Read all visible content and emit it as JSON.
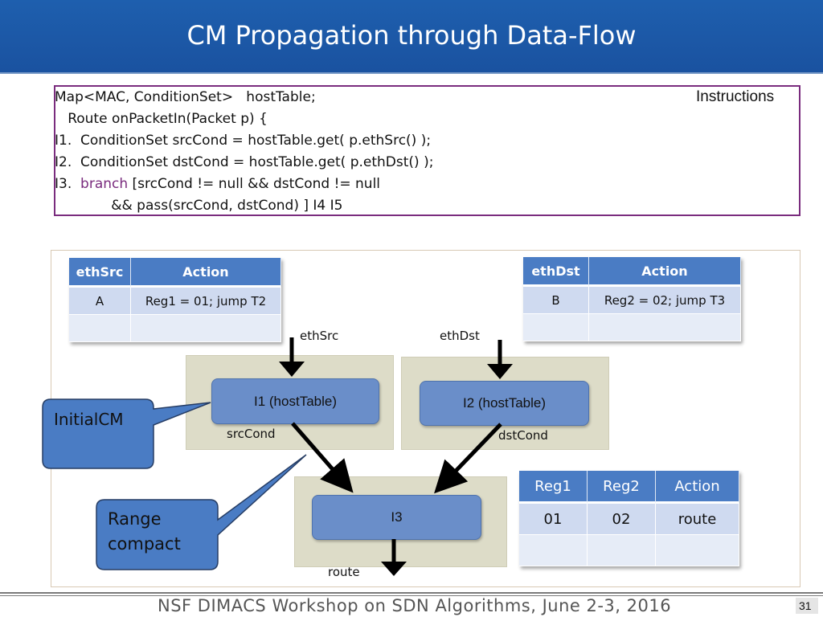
{
  "title": "CM Propagation through Data-Flow",
  "code": {
    "line0": "Map<MAC, ConditionSet>   hostTable;",
    "line1": "   Route onPacketIn(Packet p) {",
    "line2": "I1.  ConditionSet srcCond = hostTable.get( p.ethSrc() );",
    "line3": "I2.  ConditionSet dstCond = hostTable.get( p.ethDst() );",
    "line4_prefix": "I3.  ",
    "line4_keyword": "branch",
    "line4_rest": " [srcCond != null && dstCond != null",
    "line5": "             && pass(srcCond, dstCond) ] I4 I5",
    "instructions_label": "Instructions"
  },
  "table_src": {
    "headers": [
      "ethSrc",
      "Action"
    ],
    "rows": [
      [
        "A",
        "Reg1 = 01; jump T2"
      ],
      [
        "",
        ""
      ]
    ]
  },
  "table_dst": {
    "headers": [
      "ethDst",
      "Action"
    ],
    "rows": [
      [
        "B",
        "Reg2 = 02; jump T3"
      ],
      [
        "",
        ""
      ]
    ]
  },
  "table_reg": {
    "headers": [
      "Reg1",
      "Reg2",
      "Action"
    ],
    "rows": [
      [
        "01",
        "02",
        "route"
      ],
      [
        "",
        "",
        ""
      ]
    ]
  },
  "nodes": {
    "i1": "I1 (hostTable)",
    "i2": "I2 (hostTable)",
    "i3": "I3"
  },
  "labels": {
    "ethsrc": "ethSrc",
    "ethdst": "ethDst",
    "srccond": "srcCond",
    "dstcond": "dstCond",
    "route": "route"
  },
  "callouts": {
    "initial": "InitialCM",
    "range_line1": "Range",
    "range_line2": "compact"
  },
  "footer": {
    "text": "NSF DIMACS Workshop on SDN Algorithms, June 2-3, 2016",
    "page": "31"
  },
  "colors": {
    "title_bar": "#1e5fae",
    "accent_purple": "#7a2c7e",
    "node_blue": "#6a8ec9",
    "table_header": "#4a7cc4"
  }
}
